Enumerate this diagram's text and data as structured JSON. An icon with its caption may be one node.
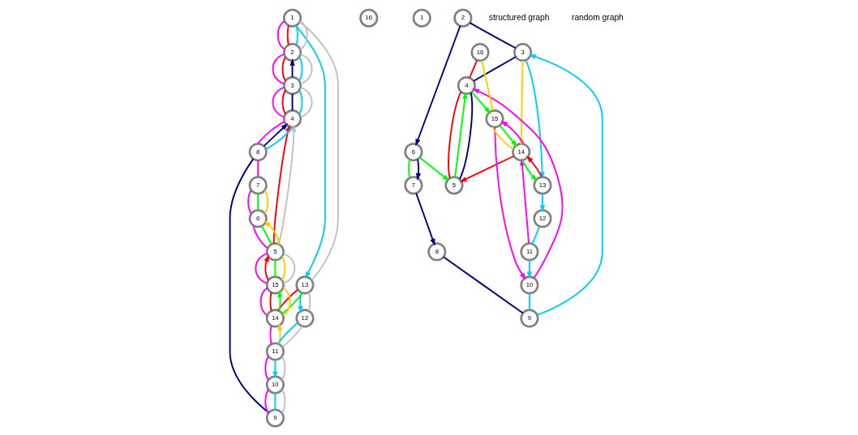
{
  "diagram": {
    "nodes": [
      {
        "text": [
          "1"
        ]
      },
      {
        "text": [
          "2"
        ]
      },
      {
        "text": [
          "3"
        ]
      },
      {
        "text": [
          "4"
        ]
      },
      {
        "text": [
          "5"
        ]
      },
      {
        "text": [
          "6"
        ]
      },
      {
        "text": [
          "7"
        ]
      },
      {
        "text": [
          "8"
        ]
      },
      {
        "text": [
          "9"
        ]
      },
      {
        "text": [
          "10"
        ]
      },
      {
        "text": [
          "11"
        ]
      },
      {
        "text": [
          "12"
        ]
      },
      {
        "text": [
          "13"
        ]
      },
      {
        "text": [
          "14"
        ]
      },
      {
        "text": [
          "15"
        ]
      },
      {
        "text": [
          "16"
        ]
      },
      {
        "text": [
          "1"
        ]
      },
      {
        "text": [
          "2"
        ]
      },
      {
        "text": [
          "3"
        ]
      },
      {
        "text": [
          "4"
        ]
      },
      {
        "text": [
          "5"
        ]
      },
      {
        "text": [
          "6"
        ]
      },
      {
        "text": [
          "7"
        ]
      },
      {
        "text": [
          "8"
        ]
      },
      {
        "text": [
          "9"
        ]
      },
      {
        "text": [
          "10"
        ]
      },
      {
        "text": [
          "11"
        ]
      },
      {
        "text": [
          "12"
        ]
      },
      {
        "text": [
          "13"
        ]
      },
      {
        "text": [
          "14"
        ]
      },
      {
        "text": [
          "15"
        ]
      },
      {
        "text": [
          "16"
        ]
      }
    ],
    "edges": [
      {
        "from": 12,
        "to": 13,
        "arrow": "none",
        "color": "#ff0000"
      },
      {
        "from": 13,
        "to": 14,
        "arrow": "none",
        "color": "#ff0000"
      },
      {
        "from": 14,
        "to": 4,
        "arrow": "to",
        "color": "#ff0000"
      },
      {
        "from": 4,
        "to": 3,
        "arrow": "to",
        "color": "#ff0000"
      },
      {
        "from": 3,
        "to": 2,
        "arrow": "none",
        "color": "#ff0000"
      },
      {
        "from": 2,
        "to": 1,
        "arrow": "none",
        "color": "#ff0000"
      },
      {
        "from": 1,
        "to": 0,
        "arrow": "none",
        "color": "#ff0000"
      },
      {
        "from": 12,
        "to": 13,
        "arrow": "none",
        "color": "#00ff00"
      },
      {
        "from": 13,
        "to": 14,
        "arrow": "to",
        "color": "#00ff00"
      },
      {
        "from": 14,
        "to": 4,
        "arrow": "none",
        "color": "#00ff00"
      },
      {
        "from": 4,
        "to": 5,
        "arrow": "none",
        "color": "#00ff00"
      },
      {
        "from": 5,
        "to": 6,
        "arrow": "none",
        "color": "#00ff00"
      },
      {
        "from": 10,
        "to": 13,
        "arrow": "to",
        "color": "#ffcc00"
      },
      {
        "from": 13,
        "to": 14,
        "arrow": "none",
        "color": "#ffcc00"
      },
      {
        "from": 14,
        "to": 4,
        "arrow": "none",
        "color": "#ffcc00"
      },
      {
        "from": 4,
        "to": 5,
        "arrow": "to",
        "color": "#ffcc00"
      },
      {
        "from": 5,
        "to": 6,
        "arrow": "none",
        "color": "#ffcc00"
      },
      {
        "from": 0,
        "to": 1,
        "arrow": "none",
        "color": "#ff00ff"
      },
      {
        "from": 1,
        "to": 2,
        "arrow": "none",
        "color": "#ff00ff"
      },
      {
        "from": 2,
        "to": 3,
        "arrow": "none",
        "color": "#ff00ff"
      },
      {
        "from": 3,
        "to": 7,
        "arrow": "none",
        "color": "#ff00ff"
      },
      {
        "from": 7,
        "to": 6,
        "arrow": "none",
        "color": "#ff00ff"
      },
      {
        "from": 6,
        "to": 5,
        "arrow": "none",
        "color": "#ff00ff"
      },
      {
        "from": 5,
        "to": 4,
        "arrow": "none",
        "color": "#ff00ff"
      },
      {
        "from": 4,
        "to": 14,
        "arrow": "none",
        "color": "#ff00ff"
      },
      {
        "from": 14,
        "to": 13,
        "arrow": "none",
        "color": "#ff00ff"
      },
      {
        "from": 13,
        "to": 10,
        "arrow": "none",
        "color": "#ff00ff"
      },
      {
        "from": 10,
        "to": 9,
        "arrow": "none",
        "color": "#ff00ff"
      },
      {
        "from": 9,
        "to": 8,
        "arrow": "none",
        "color": "#ff00ff"
      },
      {
        "from": 8,
        "to": 7,
        "arrow": "none",
        "color": "#000080"
      },
      {
        "from": 7,
        "to": 3,
        "arrow": "to",
        "color": "#000080"
      },
      {
        "from": 3,
        "to": 2,
        "arrow": "none",
        "color": "#000080"
      },
      {
        "from": 2,
        "to": 1,
        "arrow": "to",
        "color": "#000080"
      },
      {
        "from": 7,
        "to": 3,
        "arrow": "none",
        "color": "#00ccff"
      },
      {
        "from": 3,
        "to": 2,
        "arrow": "none",
        "color": "#00ccff"
      },
      {
        "from": 2,
        "to": 1,
        "arrow": "none",
        "color": "#00ccff"
      },
      {
        "from": 1,
        "to": 0,
        "arrow": "none",
        "color": "#00ccff"
      },
      {
        "from": 0,
        "to": 12,
        "arrow": "to",
        "color": "#00ccff"
      },
      {
        "from": 12,
        "to": 11,
        "arrow": "to",
        "color": "#00ccff"
      },
      {
        "from": 11,
        "to": 10,
        "arrow": "none",
        "color": "#00ccff"
      },
      {
        "from": 10,
        "to": 9,
        "arrow": "to",
        "color": "#00ccff"
      },
      {
        "from": 9,
        "to": 8,
        "arrow": "none",
        "color": "#00ccff"
      },
      {
        "from": 14,
        "to": 4,
        "arrow": "none",
        "color": "#c0c0c0"
      },
      {
        "from": 4,
        "to": 3,
        "arrow": "to",
        "color": "#c0c0c0"
      },
      {
        "from": 3,
        "to": 2,
        "arrow": "none",
        "color": "#c0c0c0"
      },
      {
        "from": 2,
        "to": 1,
        "arrow": "none",
        "color": "#c0c0c0"
      },
      {
        "from": 1,
        "to": 0,
        "arrow": "none",
        "color": "#c0c0c0"
      },
      {
        "from": 0,
        "to": 12,
        "arrow": "none",
        "color": "#c0c0c0"
      },
      {
        "from": 12,
        "to": 11,
        "arrow": "none",
        "color": "#c0c0c0"
      },
      {
        "from": 11,
        "to": 10,
        "arrow": "none",
        "color": "#c0c0c0"
      },
      {
        "from": 10,
        "to": 9,
        "arrow": "none",
        "color": "#c0c0c0"
      },
      {
        "from": 9,
        "to": 8,
        "arrow": "none",
        "color": "#c0c0c0"
      },
      {
        "from": 31,
        "to": 30,
        "arrow": "none",
        "color": "#ffcc00"
      },
      {
        "from": 30,
        "to": 29,
        "arrow": "none",
        "color": "#ffcc00"
      },
      {
        "from": 18,
        "to": 29,
        "arrow": "to",
        "color": "#ffcc00"
      },
      {
        "from": 31,
        "to": 19,
        "arrow": "none",
        "color": "#ff0000"
      },
      {
        "from": 19,
        "to": 20,
        "arrow": "none",
        "color": "#ff0000"
      },
      {
        "from": 29,
        "to": 20,
        "arrow": "to",
        "color": "#ff0000"
      },
      {
        "from": 28,
        "to": 29,
        "arrow": "to",
        "color": "#ff0000"
      },
      {
        "from": 19,
        "to": 30,
        "arrow": "to",
        "color": "#00ff00"
      },
      {
        "from": 30,
        "to": 29,
        "arrow": "to",
        "color": "#00ff00"
      },
      {
        "from": 29,
        "to": 28,
        "arrow": "to",
        "color": "#00ff00"
      },
      {
        "from": 20,
        "to": 19,
        "arrow": "to",
        "color": "#00ff00"
      },
      {
        "from": 21,
        "to": 20,
        "arrow": "to",
        "color": "#00ff00"
      },
      {
        "from": 21,
        "to": 22,
        "arrow": "none",
        "color": "#00ff00"
      },
      {
        "from": 18,
        "to": 28,
        "arrow": "to",
        "color": "#00ccff"
      },
      {
        "from": 24,
        "to": 18,
        "arrow": "to",
        "color": "#00ccff"
      },
      {
        "from": 28,
        "to": 27,
        "arrow": "to",
        "color": "#00ccff"
      },
      {
        "from": 27,
        "to": 26,
        "arrow": "none",
        "color": "#00ccff"
      },
      {
        "from": 26,
        "to": 25,
        "arrow": "to",
        "color": "#00ccff"
      },
      {
        "from": 25,
        "to": 24,
        "arrow": "none",
        "color": "#00ccff"
      },
      {
        "from": 17,
        "to": 18,
        "arrow": "none",
        "color": "#000080"
      },
      {
        "from": 18,
        "to": 19,
        "arrow": "none",
        "color": "#000080"
      },
      {
        "from": 19,
        "to": 20,
        "arrow": "none",
        "color": "#000080"
      },
      {
        "from": 17,
        "to": 21,
        "arrow": "to",
        "color": "#000080"
      },
      {
        "from": 21,
        "to": 22,
        "arrow": "to",
        "color": "#000080"
      },
      {
        "from": 22,
        "to": 23,
        "arrow": "to",
        "color": "#000080"
      },
      {
        "from": 23,
        "to": 24,
        "arrow": "none",
        "color": "#000080"
      },
      {
        "from": 30,
        "to": 25,
        "arrow": "to",
        "color": "#ff00ff"
      },
      {
        "from": 26,
        "to": 29,
        "arrow": "to",
        "color": "#ff00ff"
      },
      {
        "from": 25,
        "to": 19,
        "arrow": "to",
        "color": "#ff00ff"
      },
      {
        "from": 29,
        "to": 30,
        "arrow": "to",
        "color": "#ff00ff"
      }
    ],
    "labels": [
      "structured graph",
      "random graph"
    ]
  }
}
